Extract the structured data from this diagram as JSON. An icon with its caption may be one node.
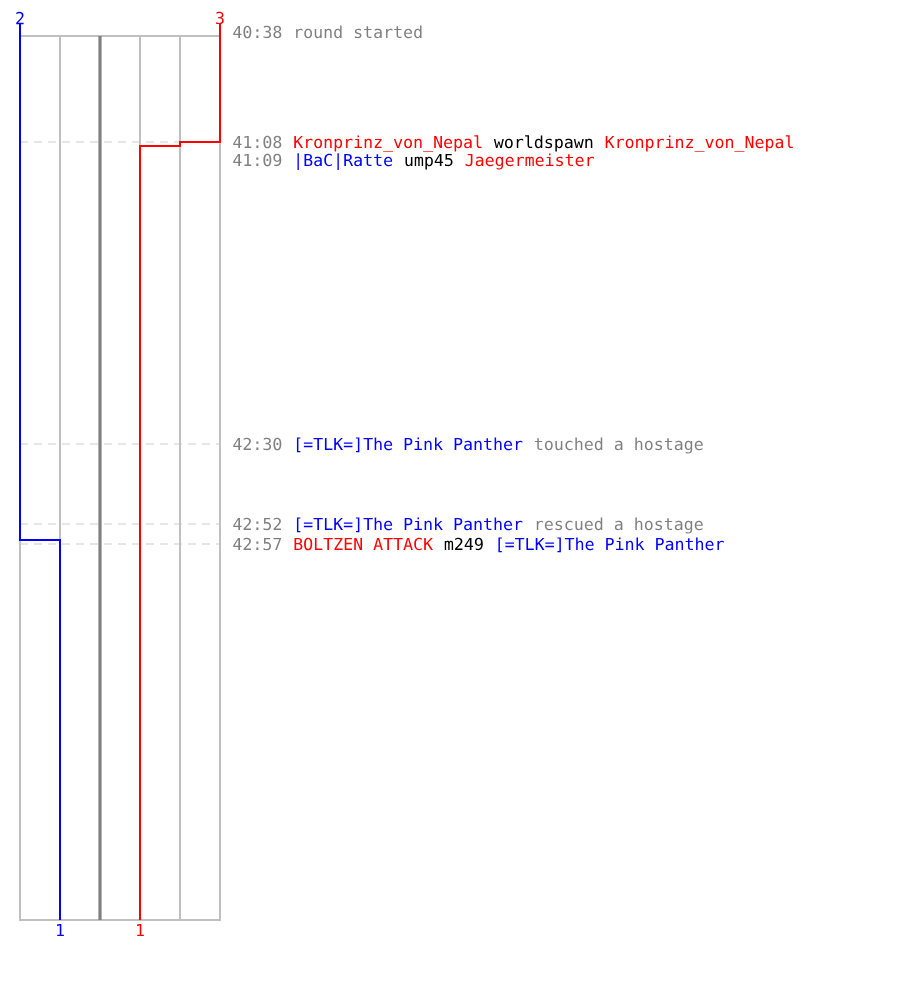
{
  "diagram": {
    "labels": [
      "2",
      "3",
      "40:38",
      "round started",
      "41:08",
      "Kronprinz_von_Nepal",
      "worldspawn",
      "Kronprinz_von_Nepal",
      "41:09",
      "|BaC|Ratte",
      "ump45",
      "Jaegermeister",
      "42:30",
      "[=TLK=]The Pink Panther",
      "touched a hostage",
      "42:52",
      "[=TLK=]The Pink Panther",
      "rescued a hostage",
      "42:57",
      "BOLTZEN ATTACK",
      "m249",
      "[=TLK=]The Pink Panther",
      "1",
      "1"
    ]
  }
}
